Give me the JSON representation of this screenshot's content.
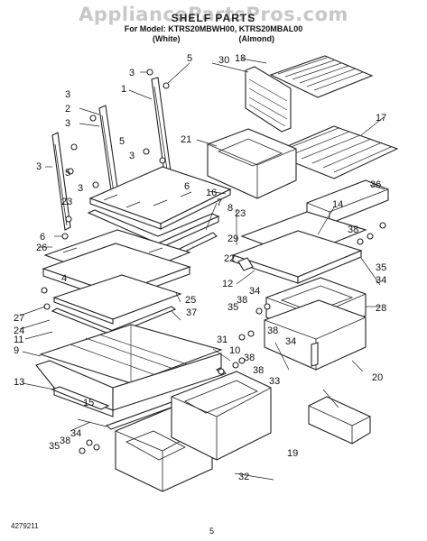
{
  "watermark": "AppliancePartsPros.com",
  "header": {
    "title": "SHELF PARTS",
    "models_line": "For Model: KTRS20MBWH00, KTRS20MBAL00",
    "color_white": "(White)",
    "color_almond": "(Almond)"
  },
  "callouts": [
    "1",
    "2",
    "3",
    "3",
    "3",
    "3",
    "3",
    "3",
    "4",
    "5",
    "5",
    "5",
    "6",
    "6",
    "7",
    "8",
    "9",
    "10",
    "11",
    "12",
    "13",
    "14",
    "15",
    "16",
    "17",
    "18",
    "19",
    "20",
    "21",
    "22",
    "23",
    "23",
    "24",
    "25",
    "26",
    "27",
    "28",
    "29",
    "30",
    "31",
    "32",
    "33",
    "34",
    "34",
    "34",
    "34",
    "35",
    "35",
    "35",
    "36",
    "37",
    "38",
    "38",
    "38",
    "38",
    "38",
    "38"
  ],
  "footer": {
    "doc_number": "4279211",
    "page_number": "5"
  }
}
